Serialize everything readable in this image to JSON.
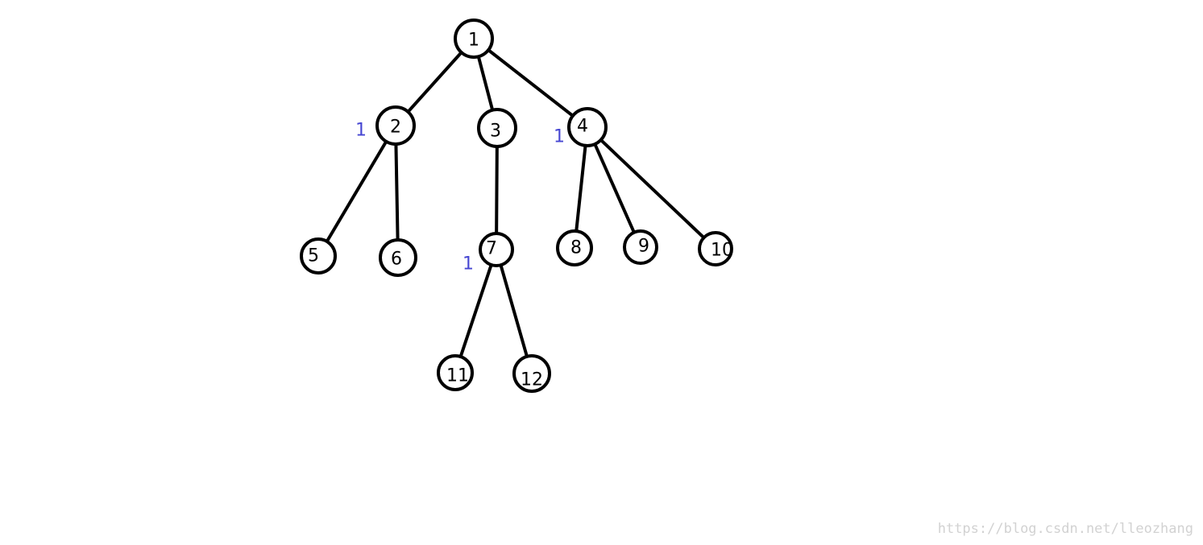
{
  "tree": {
    "nodes": [
      {
        "id": "1",
        "label": "1",
        "mark": ""
      },
      {
        "id": "2",
        "label": "2",
        "mark": "1"
      },
      {
        "id": "3",
        "label": "3",
        "mark": ""
      },
      {
        "id": "4",
        "label": "4",
        "mark": "1"
      },
      {
        "id": "5",
        "label": "5",
        "mark": ""
      },
      {
        "id": "6",
        "label": "6",
        "mark": ""
      },
      {
        "id": "7",
        "label": "7",
        "mark": "1"
      },
      {
        "id": "8",
        "label": "8",
        "mark": ""
      },
      {
        "id": "9",
        "label": "9",
        "mark": ""
      },
      {
        "id": "10",
        "label": "10",
        "mark": ""
      },
      {
        "id": "11",
        "label": "11",
        "mark": ""
      },
      {
        "id": "12",
        "label": "12",
        "mark": ""
      }
    ],
    "edges": [
      {
        "from": "1",
        "to": "2"
      },
      {
        "from": "1",
        "to": "3"
      },
      {
        "from": "1",
        "to": "4"
      },
      {
        "from": "2",
        "to": "5"
      },
      {
        "from": "2",
        "to": "6"
      },
      {
        "from": "3",
        "to": "7"
      },
      {
        "from": "4",
        "to": "8"
      },
      {
        "from": "4",
        "to": "9"
      },
      {
        "from": "4",
        "to": "10"
      },
      {
        "from": "7",
        "to": "11"
      },
      {
        "from": "7",
        "to": "12"
      }
    ]
  },
  "colors": {
    "stroke": "#000000",
    "mark": "#4646d2",
    "watermark": "#d2d2d2"
  },
  "watermark": {
    "text": "https://blog.csdn.net/lleozhang"
  }
}
